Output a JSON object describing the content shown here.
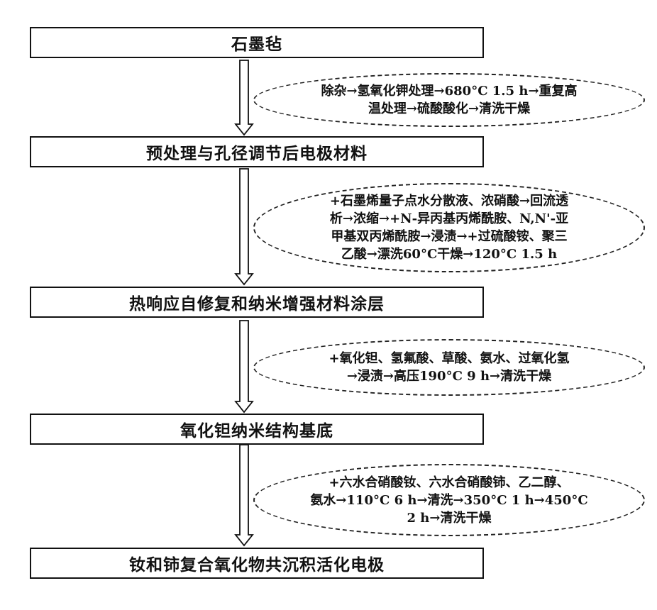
{
  "steps": [
    "石墨毡",
    "预处理与孔径调节后电极材料",
    "热响应自修复和纳米增强材料涂层",
    "氧化钽纳米结构基底",
    "钕和铈复合氧化物共沉积活化电极"
  ],
  "processes": [
    [
      "除杂→氢氧化钾处理→680°C 1.5 h→重复高",
      "温处理→硫酸酸化→清洗干燥"
    ],
    [
      "+石墨烯量子点水分散液、浓硝酸→回流透",
      "析→浓缩→+N-异丙基丙烯酰胺、N,N'-亚",
      "甲基双丙烯酰胺→浸渍→+过硫酸铵、聚三",
      "乙酸→漂洗60°C干燥→120°C 1.5 h"
    ],
    [
      "+氧化钽、氢氟酸、草酸、氨水、过氧化氢",
      "→浸渍→高压190°C 9 h→清洗干燥"
    ],
    [
      "+六水合硝酸钕、六水合硝酸铈、乙二醇、",
      "氨水→110°C 6 h→清洗→350°C 1 h→450°C",
      "2 h→清洗干燥"
    ]
  ]
}
